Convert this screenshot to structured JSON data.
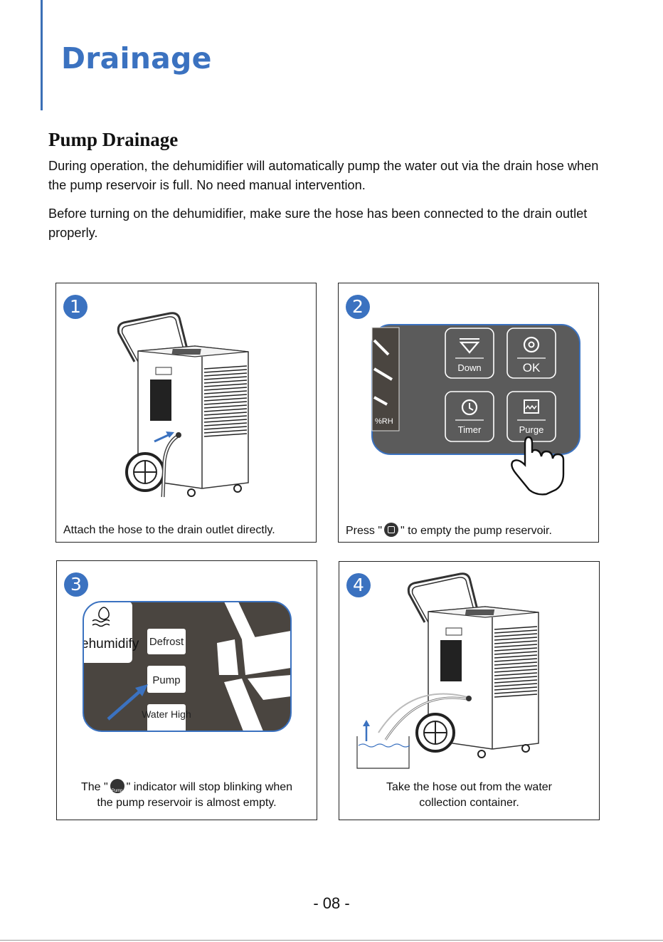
{
  "header": {
    "title": "Drainage"
  },
  "section": {
    "title": "Pump Drainage"
  },
  "paragraphs": {
    "p1": "During operation, the dehumidifier will automatically pump the water out via the drain hose when the pump reservoir is full. No need manual intervention.",
    "p2": "Before turning on the dehumidifier, make sure the hose has been connected to the drain outlet properly."
  },
  "steps": [
    {
      "number": "1",
      "caption": "Attach the hose to the drain outlet directly."
    },
    {
      "number": "2",
      "caption_before": "Press \"",
      "caption_after": "\" to empty the pump reservoir.",
      "panel": {
        "buttons": [
          "Down",
          "OK",
          "Timer",
          "Purge"
        ],
        "display_label": "%RH"
      }
    },
    {
      "number": "3",
      "caption_line1_before": "The \"",
      "caption_line1_after": "\" indicator will stop blinking when",
      "caption_line2": "the pump reservoir is almost empty.",
      "panel": {
        "mode_label": "ehumidify",
        "indicators": [
          "Defrost",
          "Pump",
          "Water High"
        ]
      },
      "icon_label": "Pump"
    },
    {
      "number": "4",
      "caption_line1": "Take the hose out from the water",
      "caption_line2": "collection container."
    }
  ],
  "footer": {
    "page_number": "- 08 -"
  },
  "colors": {
    "accent": "#3b72c0",
    "panel_bg": "#5b5b5b",
    "display_bg": "#4a4540"
  }
}
